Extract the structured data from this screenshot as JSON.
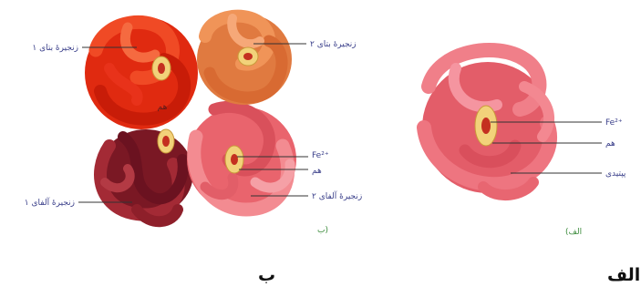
{
  "colors": {
    "beta1": "#e8321a",
    "beta2": "#e8834a",
    "alpha1": "#8e1f2a",
    "alpha2": "#ec6b73",
    "myoglobin": "#ec6d78",
    "heme_outer": "#f2d27a",
    "heme_inner": "#c43020",
    "leader_line": "#333333",
    "label_text": "#3a3f8a"
  },
  "panel_b": {
    "labels": {
      "beta1": "زنجیرهٔ بتای ۱",
      "beta2": "زنجیرهٔ بتای ۲",
      "heme_mid": "هم",
      "fe": "Fe²⁺",
      "heme": "هم",
      "alpha2": "زنجیرهٔ آلفای ۲",
      "alpha1": "زنجیرهٔ آلفای ۱"
    },
    "caption": "ب)"
  },
  "panel_a": {
    "labels": {
      "fe": "Fe²⁺",
      "heme": "هم",
      "peptide": "پپتیدی"
    },
    "caption": "(الف"
  },
  "bottom_labels": {
    "left": "ب",
    "right": "الف"
  }
}
